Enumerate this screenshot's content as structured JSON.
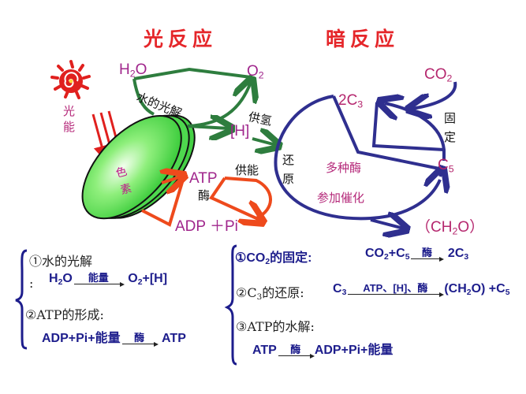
{
  "titles": {
    "light_reaction": "光反应",
    "dark_reaction": "暗反应"
  },
  "diagram": {
    "sun_label": [
      "光",
      "能"
    ],
    "pigment_label": [
      "色",
      "素"
    ],
    "light": {
      "h2o": "H2O",
      "o2": "O2",
      "photolysis": "水的光解",
      "h": "[H]",
      "supply_h": "供氢",
      "atp": "ATP",
      "enzyme": "酶",
      "adp_pi": "ADP ＋Pi",
      "supply_energy": "供能"
    },
    "dark": {
      "co2": "CO2",
      "c3": "2C3",
      "fixation": [
        "固",
        "定"
      ],
      "c5": "C5",
      "reduction": [
        "还",
        "原"
      ],
      "enzymes_line1": "多种酶",
      "enzymes_line2": "参加催化",
      "ch2o": "（CH2O）"
    }
  },
  "colors": {
    "title_red": "#e5262a",
    "magenta_label": "#a0268c",
    "green_arrow": "#2e7d3e",
    "blue_cycle": "#2f2f8f",
    "orange_arrow": "#ee4a1c",
    "disk_green": "#44d544",
    "equation_blue": "#1d1d8c"
  },
  "summary_light": {
    "item1_title": "①水的光解",
    "item1_colon": ":",
    "item1_eq": {
      "left": "H2O",
      "over": "能量",
      "right": "O2+[H]"
    },
    "item2_title": "②ATP的形成:",
    "item2_eq": {
      "left": "ADP+Pi+能量",
      "over": "酶",
      "right": "ATP"
    }
  },
  "summary_dark": {
    "item1_title": "①CO2的固定:",
    "item1_eq": {
      "left": "CO2+C5",
      "over": "酶",
      "right": "2C3"
    },
    "item2_title": "②C3的还原:",
    "item2_eq": {
      "left": "C3",
      "over": "ATP、[H]、酶",
      "right": "(CH2O) +C5"
    },
    "item3_title": "③ATP的水解:",
    "item3_eq": {
      "left": "ATP",
      "over": "酶",
      "right": "ADP+Pi+能量"
    }
  }
}
